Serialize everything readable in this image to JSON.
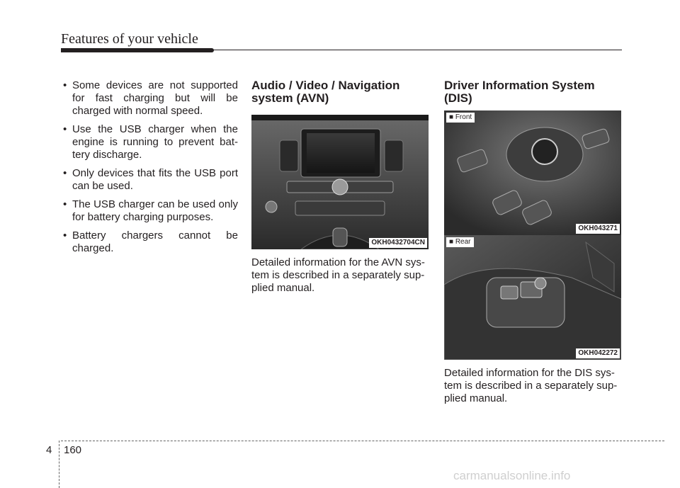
{
  "header": {
    "title": "Features of your vehicle"
  },
  "col1": {
    "bullets": [
      "Some devices are not supported for fast charging but will be charged with normal speed.",
      "Use the USB charger when the engine is running to prevent bat-tery discharge.",
      "Only devices that fits the USB port can be used.",
      "The USB charger can be used only for battery charging purposes.",
      "Battery chargers cannot be charged."
    ]
  },
  "avn": {
    "title": "Audio / Video / Navigation system (AVN)",
    "image_code": "OKH0432704CN",
    "text": "Detailed information for the AVN sys-tem is described in a separately sup-plied manual."
  },
  "dis": {
    "title": "Driver Information System (DIS)",
    "front_label": "■ Front",
    "front_code": "OKH043271",
    "rear_label": "■ Rear",
    "rear_code": "OKH042272",
    "text": "Detailed information for the DIS sys-tem is described in a separately sup-plied manual."
  },
  "footer": {
    "chapter": "4",
    "page": "160"
  },
  "watermark": "carmanualsonline.info"
}
